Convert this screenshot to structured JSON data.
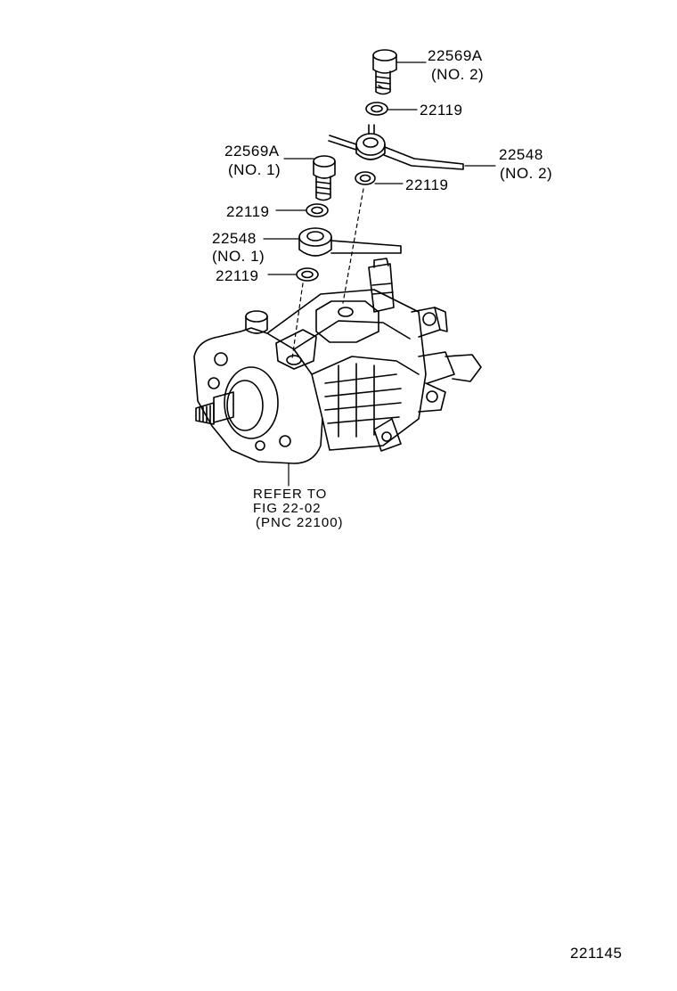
{
  "labels": {
    "bolt_no2_part": "22569A",
    "bolt_no2_note": "(NO. 2)",
    "gasket_top": "22119",
    "bolt_no1_part": "22569A",
    "bolt_no1_note": "(NO. 1)",
    "union_no2_part": "22548",
    "union_no2_note": "(NO. 2)",
    "gasket_mid_right": "22119",
    "gasket_mid_left": "22119",
    "union_no1_part": "22548",
    "union_no1_note": "(NO. 1)",
    "gasket_bottom": "22119",
    "refer_line1": "REFER TO",
    "refer_line2": "FIG 22-02",
    "refer_line3": "(PNC 22100)"
  },
  "figure_id": "221145"
}
